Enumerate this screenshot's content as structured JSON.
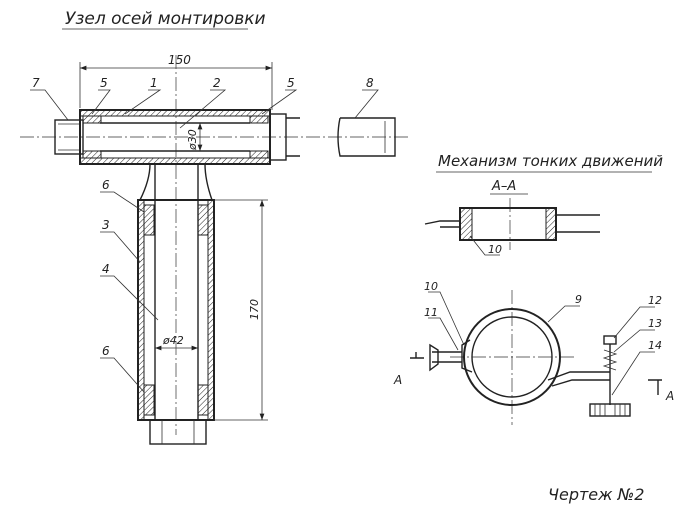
{
  "titles": {
    "main": "Узел осей монтировки",
    "mechanism": "Механизм тонких движений",
    "section": "А–А",
    "drawing": "Чертеж №2"
  },
  "dimensions": {
    "length_150": "150",
    "dia_30": "ø30",
    "dia_42": "ø42",
    "length_170": "170"
  },
  "labels": {
    "p7": "7",
    "p5a": "5",
    "p1": "1",
    "p2": "2",
    "p5b": "5",
    "p8": "8",
    "p6a": "6",
    "p3": "3",
    "p4": "4",
    "p6b": "6",
    "p10a": "10",
    "p10b": "10",
    "p9": "9",
    "p11": "11",
    "p12": "12",
    "p13": "13",
    "p14": "14",
    "cutA1": "А",
    "cutA2": "А"
  }
}
